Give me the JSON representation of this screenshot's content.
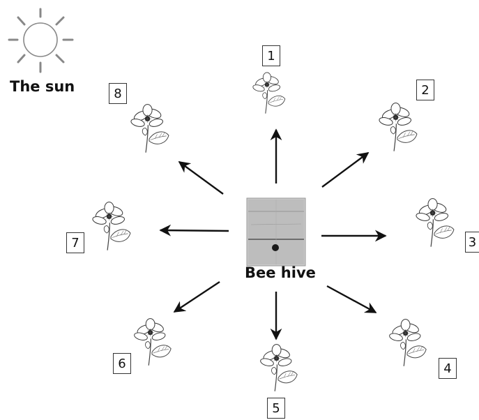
{
  "sun": {
    "label": "The sun"
  },
  "hive": {
    "label": "Bee hive"
  },
  "flowers": [
    {
      "number": "1"
    },
    {
      "number": "2"
    },
    {
      "number": "3"
    },
    {
      "number": "4"
    },
    {
      "number": "5"
    },
    {
      "number": "6"
    },
    {
      "number": "7"
    },
    {
      "number": "8"
    }
  ]
}
